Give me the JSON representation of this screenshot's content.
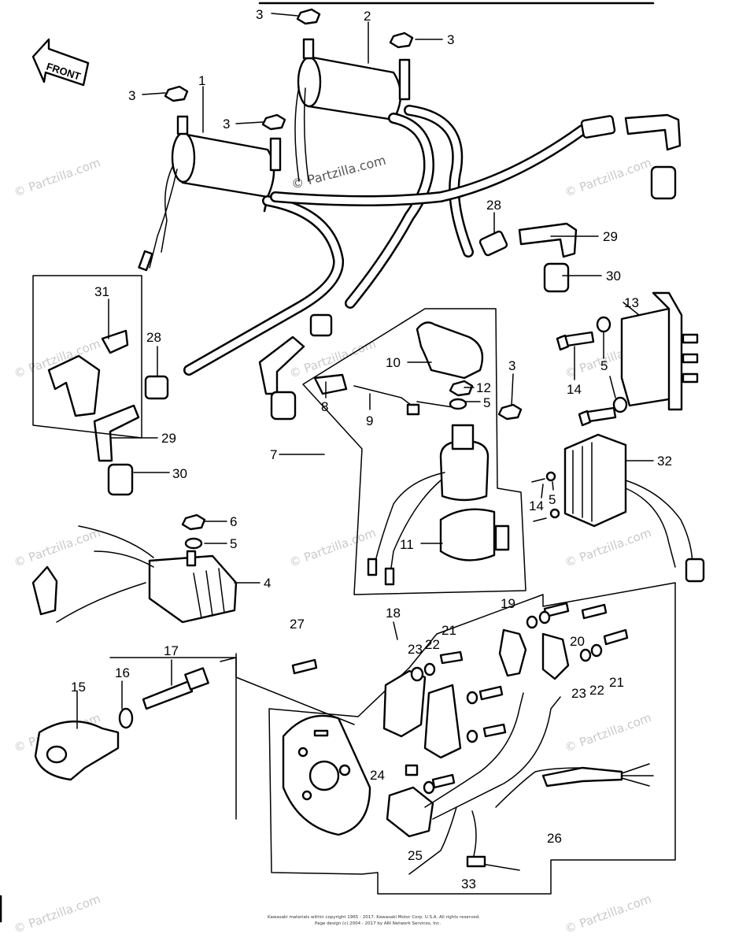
{
  "front_label": "FRONT",
  "watermark": "© Partzilla.com",
  "copyright": [
    "Kawasaki materials within copyright 1965 - 2017. Kawasaki Motor Corp. U.S.A. All rights reserved.",
    "Page design (c) 2004 - 2017 by ARI Network Services, Inc."
  ],
  "callouts": [
    {
      "id": "c1",
      "num": "1"
    },
    {
      "id": "c2",
      "num": "2"
    },
    {
      "id": "c3a",
      "num": "3"
    },
    {
      "id": "c3b",
      "num": "3"
    },
    {
      "id": "c3c",
      "num": "3"
    },
    {
      "id": "c3d",
      "num": "3"
    },
    {
      "id": "c3e",
      "num": "3"
    },
    {
      "id": "c4",
      "num": "4"
    },
    {
      "id": "c5a",
      "num": "5"
    },
    {
      "id": "c5b",
      "num": "5"
    },
    {
      "id": "c5c",
      "num": "5"
    },
    {
      "id": "c5d",
      "num": "5"
    },
    {
      "id": "c6",
      "num": "6"
    },
    {
      "id": "c7",
      "num": "7"
    },
    {
      "id": "c8",
      "num": "8"
    },
    {
      "id": "c9",
      "num": "9"
    },
    {
      "id": "c10",
      "num": "10"
    },
    {
      "id": "c11",
      "num": "11"
    },
    {
      "id": "c12",
      "num": "12"
    },
    {
      "id": "c13",
      "num": "13"
    },
    {
      "id": "c14a",
      "num": "14"
    },
    {
      "id": "c14b",
      "num": "14"
    },
    {
      "id": "c15",
      "num": "15"
    },
    {
      "id": "c16",
      "num": "16"
    },
    {
      "id": "c17",
      "num": "17"
    },
    {
      "id": "c18",
      "num": "18"
    },
    {
      "id": "c19",
      "num": "19"
    },
    {
      "id": "c20",
      "num": "20"
    },
    {
      "id": "c21a",
      "num": "21"
    },
    {
      "id": "c21b",
      "num": "21"
    },
    {
      "id": "c22a",
      "num": "22"
    },
    {
      "id": "c22b",
      "num": "22"
    },
    {
      "id": "c23a",
      "num": "23"
    },
    {
      "id": "c23b",
      "num": "23"
    },
    {
      "id": "c24",
      "num": "24"
    },
    {
      "id": "c25",
      "num": "25"
    },
    {
      "id": "c26",
      "num": "26"
    },
    {
      "id": "c27",
      "num": "27"
    },
    {
      "id": "c28a",
      "num": "28"
    },
    {
      "id": "c28b",
      "num": "28"
    },
    {
      "id": "c29a",
      "num": "29"
    },
    {
      "id": "c29b",
      "num": "29"
    },
    {
      "id": "c30a",
      "num": "30"
    },
    {
      "id": "c30b",
      "num": "30"
    },
    {
      "id": "c31",
      "num": "31"
    },
    {
      "id": "c32",
      "num": "32"
    },
    {
      "id": "c33",
      "num": "33"
    }
  ]
}
